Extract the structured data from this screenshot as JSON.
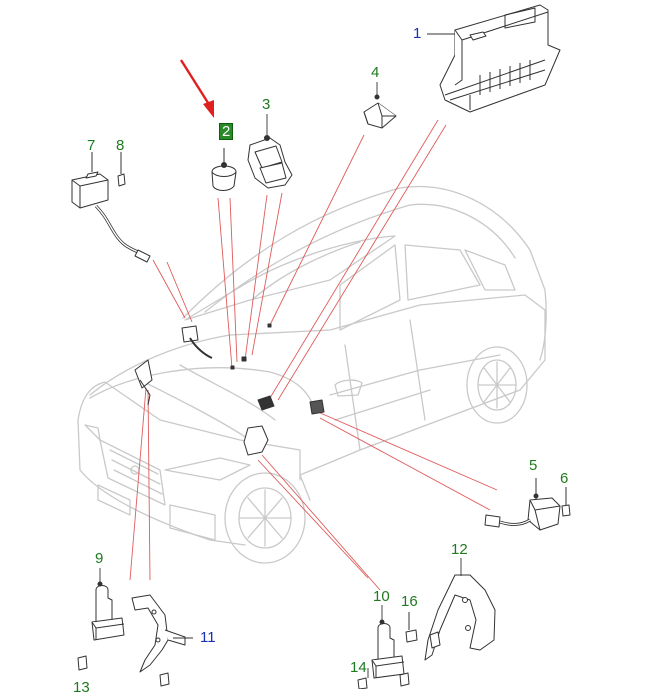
{
  "callouts": [
    {
      "id": "1",
      "label": "1",
      "color": "blue"
    },
    {
      "id": "2",
      "label": "2",
      "color": "boxed"
    },
    {
      "id": "3",
      "label": "3",
      "color": "green"
    },
    {
      "id": "4",
      "label": "4",
      "color": "green"
    },
    {
      "id": "5",
      "label": "5",
      "color": "green"
    },
    {
      "id": "6",
      "label": "6",
      "color": "green"
    },
    {
      "id": "7",
      "label": "7",
      "color": "green"
    },
    {
      "id": "8",
      "label": "8",
      "color": "green"
    },
    {
      "id": "9",
      "label": "9",
      "color": "green"
    },
    {
      "id": "10",
      "label": "10",
      "color": "green"
    },
    {
      "id": "11",
      "label": "11",
      "color": "blue"
    },
    {
      "id": "12",
      "label": "12",
      "color": "green"
    },
    {
      "id": "13",
      "label": "13",
      "color": "green"
    },
    {
      "id": "14",
      "label": "14",
      "color": "green"
    },
    {
      "id": "16",
      "label": "16",
      "color": "green"
    }
  ],
  "colors": {
    "leader_line": "#e05a5a",
    "highlight_arrow": "#e02020",
    "vehicle_outline": "#c8c8c8",
    "part_outline": "#333333",
    "label_green": "#1f7a1f",
    "label_blue": "#1a2fb0"
  }
}
